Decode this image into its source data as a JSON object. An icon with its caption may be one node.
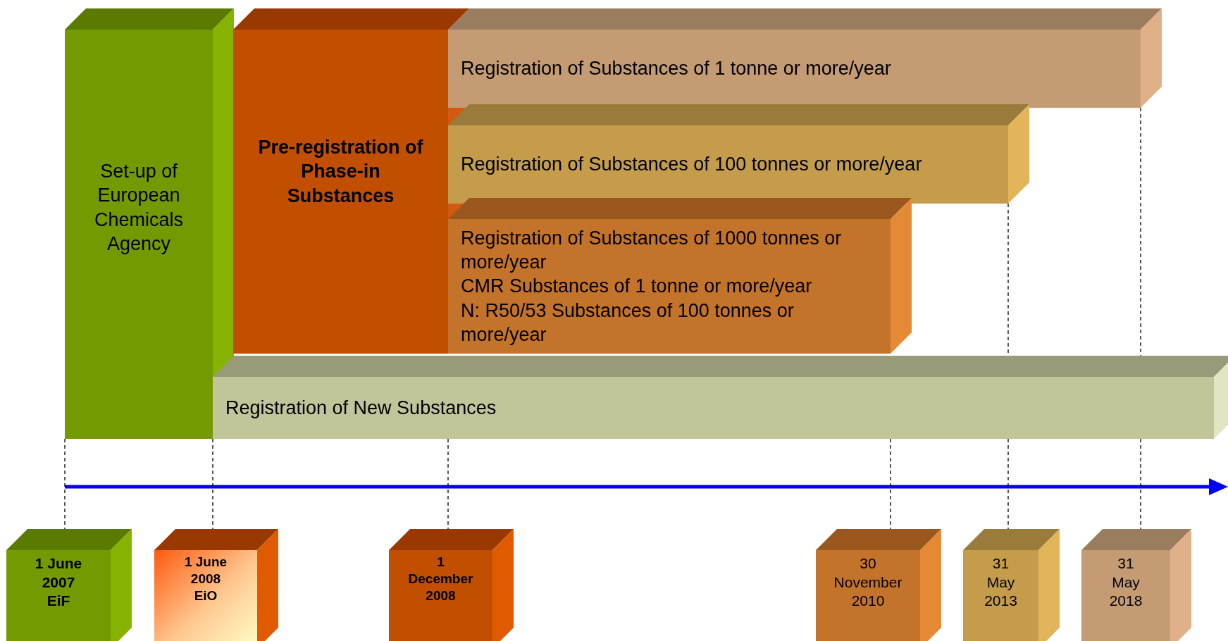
{
  "diagram": {
    "nodes": [
      {
        "text": [
          "Set-up of European Chemicals Agency"
        ]
      },
      {
        "text": [
          "Pre-registration of Phase-in Substances"
        ]
      },
      {
        "text": [
          "Registration of Substances of 1 tonne or more/year"
        ]
      },
      {
        "text": [
          "Registration of Substances of 100 tonnes or more/year"
        ]
      },
      {
        "text": [
          "Registration of Substances of 1000 tonnes or more/year",
          "CMR Substances of 1 tonne or more/year",
          "N: R50/53 Substances of 100 tonnes or more/year"
        ]
      },
      {
        "text": [
          "Registration of New Substances"
        ]
      },
      {
        "text": [
          "1 June 2007 EiF"
        ]
      },
      {
        "text": [
          "1 June 2008 EiO"
        ]
      },
      {
        "text": [
          "1 December 2008"
        ]
      },
      {
        "text": [
          "30 November 2010"
        ]
      },
      {
        "text": [
          "31 May 2013"
        ]
      },
      {
        "text": [
          "31 May 2018"
        ]
      }
    ],
    "edges": [
      {
        "from": 0,
        "to": 6,
        "arrow": "none",
        "style": "dashed"
      },
      {
        "from": 5,
        "to": 7,
        "arrow": "none",
        "style": "dashed"
      },
      {
        "from": 5,
        "to": 8,
        "arrow": "none",
        "style": "dashed"
      },
      {
        "from": 5,
        "to": 9,
        "arrow": "none",
        "style": "dashed"
      },
      {
        "from": 3,
        "to": 5,
        "arrow": "none",
        "style": "dashed"
      },
      {
        "from": 5,
        "to": 10,
        "arrow": "none",
        "style": "dashed"
      },
      {
        "from": 2,
        "to": 5,
        "arrow": "none",
        "style": "dashed"
      },
      {
        "from": 5,
        "to": 11,
        "arrow": "none",
        "style": "dashed"
      }
    ]
  }
}
